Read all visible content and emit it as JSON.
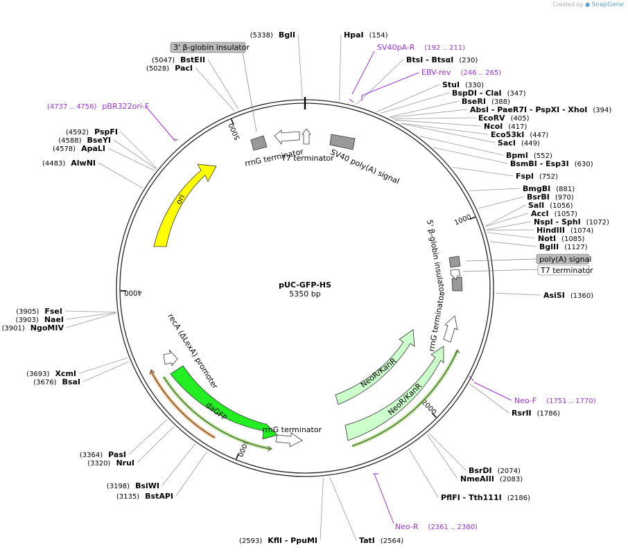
{
  "attribution": {
    "prefix": "Created by",
    "brand": "SnapGene"
  },
  "plasmid": {
    "name": "pUC-GFP-HS",
    "length_label": "5350 bp",
    "length": 5350
  },
  "tick_marks": [
    {
      "pos": 1000,
      "label": "1000"
    },
    {
      "pos": 2000,
      "label": "2000"
    },
    {
      "pos": 3000,
      "label": "3000"
    },
    {
      "pos": 4000,
      "label": "4000"
    },
    {
      "pos": 5000,
      "label": "5000"
    }
  ],
  "enzymes": [
    {
      "name": "BglI",
      "pos": 5338,
      "pos_label": "(5338)",
      "side": "left"
    },
    {
      "name": "HpaI",
      "pos": 154,
      "pos_label": "(154)",
      "side": "right"
    },
    {
      "name": "BtsI  - BtsαI",
      "pos": 230,
      "pos_label": "(230)",
      "side": "right"
    },
    {
      "name": "StuI",
      "pos": 330,
      "pos_label": "(330)",
      "side": "right"
    },
    {
      "name": "BspDI  - ClaI",
      "pos": 347,
      "pos_label": "(347)",
      "side": "right"
    },
    {
      "name": "BseRI",
      "pos": 388,
      "pos_label": "(388)",
      "side": "right"
    },
    {
      "name": "AbsI  - PaeR7I  - PspXI  - XhoI",
      "pos": 394,
      "pos_label": "(394)",
      "side": "right"
    },
    {
      "name": "EcoRV",
      "pos": 405,
      "pos_label": "(405)",
      "side": "right"
    },
    {
      "name": "NcoI",
      "pos": 417,
      "pos_label": "(417)",
      "side": "right"
    },
    {
      "name": "Eco53kI",
      "pos": 447,
      "pos_label": "(447)",
      "side": "right"
    },
    {
      "name": "SacI",
      "pos": 449,
      "pos_label": "(449)",
      "side": "right"
    },
    {
      "name": "BpmI",
      "pos": 552,
      "pos_label": "(552)",
      "side": "right"
    },
    {
      "name": "BsmBI  - Esp3I",
      "pos": 630,
      "pos_label": "(630)",
      "side": "right"
    },
    {
      "name": "FspI",
      "pos": 752,
      "pos_label": "(752)",
      "side": "right"
    },
    {
      "name": "BmgBI",
      "pos": 881,
      "pos_label": "(881)",
      "side": "right"
    },
    {
      "name": "BsrBI",
      "pos": 970,
      "pos_label": "(970)",
      "side": "right"
    },
    {
      "name": "SalI",
      "pos": 1056,
      "pos_label": "(1056)",
      "side": "right"
    },
    {
      "name": "AccI",
      "pos": 1057,
      "pos_label": "(1057)",
      "side": "right"
    },
    {
      "name": "NspI  - SphI",
      "pos": 1072,
      "pos_label": "(1072)",
      "side": "right"
    },
    {
      "name": "HindIII",
      "pos": 1074,
      "pos_label": "(1074)",
      "side": "right"
    },
    {
      "name": "NotI",
      "pos": 1085,
      "pos_label": "(1085)",
      "side": "right"
    },
    {
      "name": "BglII",
      "pos": 1127,
      "pos_label": "(1127)",
      "side": "right"
    },
    {
      "name": "AsiSI",
      "pos": 1360,
      "pos_label": "(1360)",
      "side": "right"
    },
    {
      "name": "RsrII",
      "pos": 1786,
      "pos_label": "(1786)",
      "side": "right"
    },
    {
      "name": "BsrDI",
      "pos": 2074,
      "pos_label": "(2074)",
      "side": "right"
    },
    {
      "name": "NmeAIII",
      "pos": 2083,
      "pos_label": "(2083)",
      "side": "right"
    },
    {
      "name": "PflFI  - Tth111I",
      "pos": 2186,
      "pos_label": "(2186)",
      "side": "right"
    },
    {
      "name": "TatI",
      "pos": 2564,
      "pos_label": "(2564)",
      "side": "right"
    },
    {
      "name": "KflI  - PpuMI",
      "pos": 2593,
      "pos_label": "(2593)",
      "side": "left"
    },
    {
      "name": "BstAPI",
      "pos": 3135,
      "pos_label": "(3135)",
      "side": "left"
    },
    {
      "name": "BsiWI",
      "pos": 3198,
      "pos_label": "(3198)",
      "side": "left"
    },
    {
      "name": "NruI",
      "pos": 3320,
      "pos_label": "(3320)",
      "side": "left"
    },
    {
      "name": "PasI",
      "pos": 3364,
      "pos_label": "(3364)",
      "side": "left"
    },
    {
      "name": "BsaI",
      "pos": 3676,
      "pos_label": "(3676)",
      "side": "left"
    },
    {
      "name": "XcmI",
      "pos": 3693,
      "pos_label": "(3693)",
      "side": "left"
    },
    {
      "name": "NgoMIV",
      "pos": 3901,
      "pos_label": "(3901)",
      "side": "left"
    },
    {
      "name": "NaeI",
      "pos": 3903,
      "pos_label": "(3903)",
      "side": "left"
    },
    {
      "name": "FseI",
      "pos": 3905,
      "pos_label": "(3905)",
      "side": "left"
    },
    {
      "name": "AlwNI",
      "pos": 4483,
      "pos_label": "(4483)",
      "side": "left"
    },
    {
      "name": "ApaLI",
      "pos": 4578,
      "pos_label": "(4578)",
      "side": "left"
    },
    {
      "name": "BseYI",
      "pos": 4588,
      "pos_label": "(4588)",
      "side": "left"
    },
    {
      "name": "PspFI",
      "pos": 4592,
      "pos_label": "(4592)",
      "side": "left"
    },
    {
      "name": "PacI",
      "pos": 5028,
      "pos_label": "(5028)",
      "side": "left"
    },
    {
      "name": "BstEII",
      "pos": 5047,
      "pos_label": "(5047)",
      "side": "left"
    }
  ],
  "primers": [
    {
      "name": "SV40pA-R",
      "range": "(192 .. 211)"
    },
    {
      "name": "EBV-rev",
      "range": "(246 .. 265)"
    },
    {
      "name": "Neo-F",
      "range": "(1751 .. 1770)"
    },
    {
      "name": "Neo-R",
      "range": "(2361 .. 2380)"
    },
    {
      "name": "pBR322ori-F",
      "range": "(4737 .. 4756)"
    }
  ],
  "features": {
    "ori": "ori",
    "dagfp": "daGFP",
    "neo_outer": "NeoR/KanR",
    "neo_inner": "NeoR/KanR",
    "reca_promoter": "recA (ΔLexA) promoter",
    "rrng_bottom": "rrnG terminator",
    "rrng_right": "rrnG terminator",
    "rrng_top": "rrnG terminator",
    "t7_top": "T7 terminator",
    "sv40_polya": "SV40 poly(A) signal",
    "globin_5": "5' β-globin insulator",
    "globin_3_box": "3' β-globin insulator",
    "polya_box": "poly(A) signal",
    "t7_box": "T7 terminator"
  },
  "colors": {
    "ori": "#ffff00",
    "dagfp": "#22ee22",
    "neo": "#ccffcc",
    "terminator": "#ffffff",
    "grey_feature": "#999999",
    "primer": "#9b30d9",
    "orf_orange": "#e8a050",
    "orf_green": "#8fd060"
  }
}
